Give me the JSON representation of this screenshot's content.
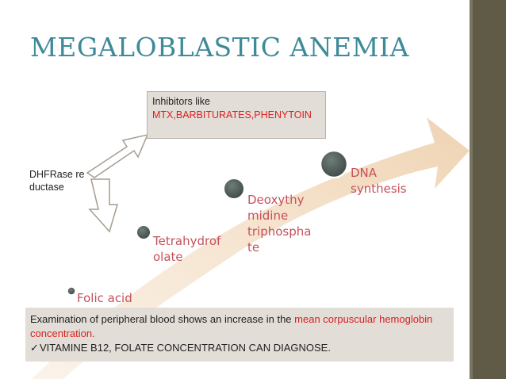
{
  "title": "MEGALOBLASTIC ANEMIA",
  "steps": [
    {
      "label": "Folic acid"
    },
    {
      "label": "Tetrahydrof\nolate"
    },
    {
      "label": "Deoxythy\nmidine\ntriphospha\nte"
    },
    {
      "label": "DNA\nsynthesis"
    }
  ],
  "inhibitors": {
    "prefix": "Inhibitors like ",
    "drugs": "MTX,BARBITURATES,PHENYTOIN"
  },
  "dhfr_label": "DHFRase reductase",
  "exam": {
    "text_part1": "Examination of peripheral  blood shows an increase in the ",
    "text_red": "mean corpuscular hemoglobin concentration.",
    "check_icon": "checkmark-icon",
    "bullet": "VITAMINE B12, FOLATE CONCENTRATION CAN DIAGNOSE."
  },
  "colors": {
    "title": "#3e8a99",
    "arrow": "#f2dcc3",
    "step_text": "#c6505a",
    "accent_red": "#d92020",
    "node": "#4e5a56",
    "box": "#e3ddd7",
    "side_bar": "#5f5b47"
  }
}
